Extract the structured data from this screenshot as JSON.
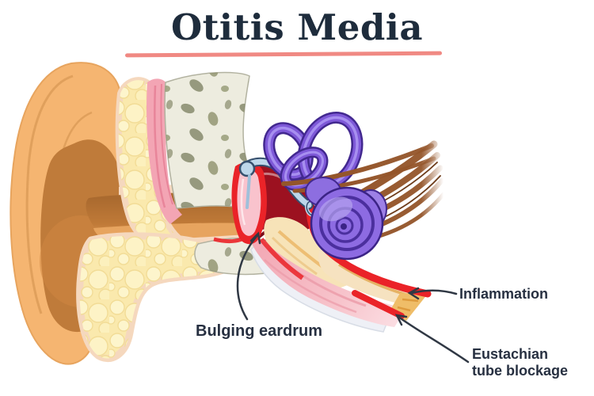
{
  "title": "Otitis Media",
  "labels": {
    "bulging_eardrum": "Bulging eardrum",
    "inflammation": "Inflammation",
    "eustachian": "Eustachian tube blockage"
  },
  "colors": {
    "title_text": "#1e2c3c",
    "title_underline": "#f08983",
    "label_text": "#273041",
    "skin_orange": "#f5b571",
    "concha_brown": "#bf7b3a",
    "fat_yellow": "#fae9ad",
    "bone_cream": "#edecdf",
    "bone_speckle": "#7c8060",
    "muscle_pink": "#f3a5b4",
    "middle_ear_red_dark": "#9c1120",
    "inflammation_red": "#ea2328",
    "eardrum_pink": "#f9c3cd",
    "ossicle_blue": "#bdd7ea",
    "inner_ear_purple": "#7e59d8",
    "nerve_brown": "#94552a",
    "tube_blockage_yellow": "#efbd68"
  },
  "illustration_parts": [
    "outer-ear-pinna",
    "ear-canal",
    "fatty-tissue",
    "temporal-bone",
    "bulging-eardrum",
    "middle-ear-fluid",
    "ossicles",
    "semicircular-canals",
    "cochlea",
    "auditory-nerve",
    "eustachian-tube-inflamed-blocked"
  ]
}
